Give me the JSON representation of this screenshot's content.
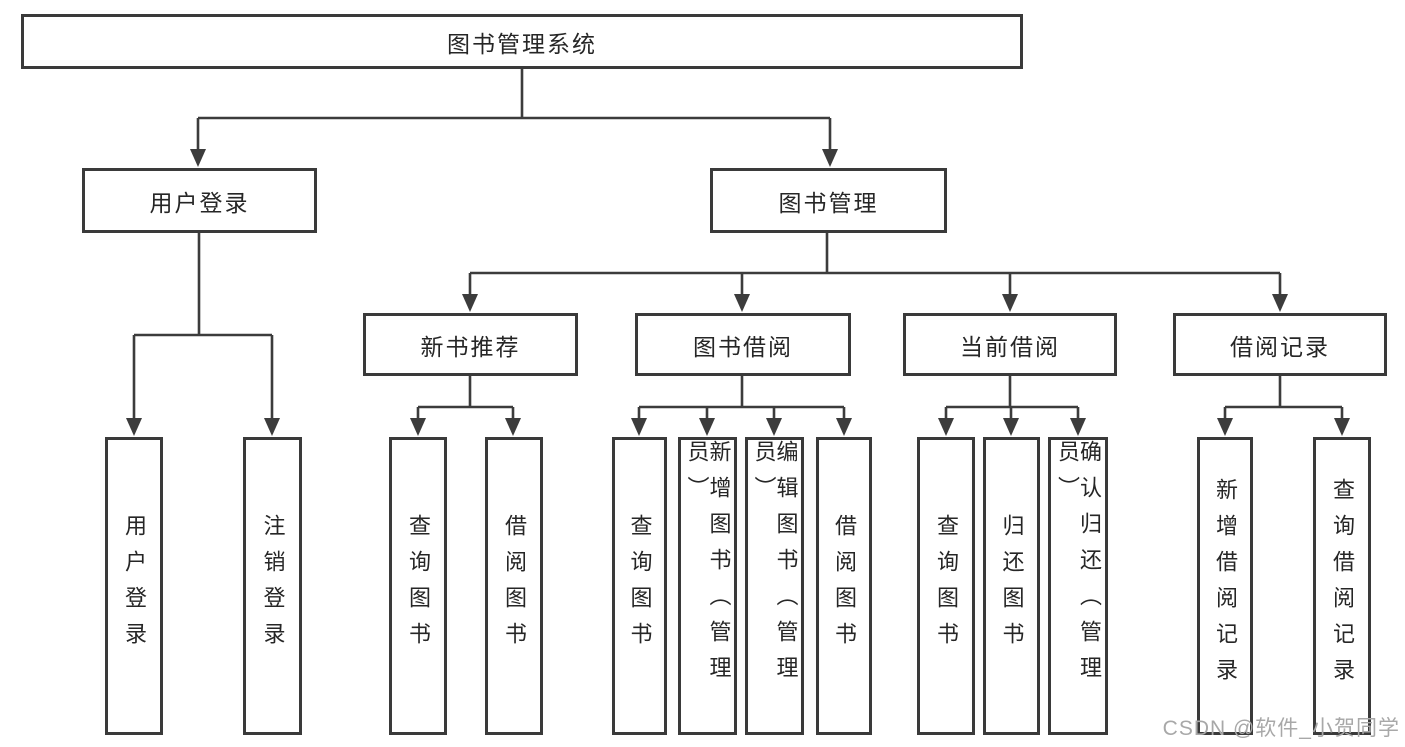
{
  "tree": {
    "root": {
      "label": "图书管理系统",
      "children": [
        {
          "label": "用户登录",
          "children": [
            {
              "label": "用户登录"
            },
            {
              "label": "注销登录"
            }
          ]
        },
        {
          "label": "图书管理",
          "children": [
            {
              "label": "新书推荐",
              "children": [
                {
                  "label": "查询图书"
                },
                {
                  "label": "借阅图书"
                }
              ]
            },
            {
              "label": "图书借阅",
              "children": [
                {
                  "label": "查询图书"
                },
                {
                  "label": "新增图书（管理员）"
                },
                {
                  "label": "编辑图书（管理员）"
                },
                {
                  "label": "借阅图书"
                }
              ]
            },
            {
              "label": "当前借阅",
              "children": [
                {
                  "label": "查询图书"
                },
                {
                  "label": "归还图书"
                },
                {
                  "label": "确认归还（管理员）"
                }
              ]
            },
            {
              "label": "借阅记录",
              "children": [
                {
                  "label": "新增借阅记录"
                },
                {
                  "label": "查询借阅记录"
                }
              ]
            }
          ]
        }
      ]
    }
  },
  "watermark": {
    "text": "CSDN @软件_小贺同学"
  },
  "colors": {
    "line": "#3c3c3c",
    "border": "#3a3a3a",
    "text": "#262626",
    "watermark": "#a8a8a8",
    "background": "#ffffff"
  }
}
